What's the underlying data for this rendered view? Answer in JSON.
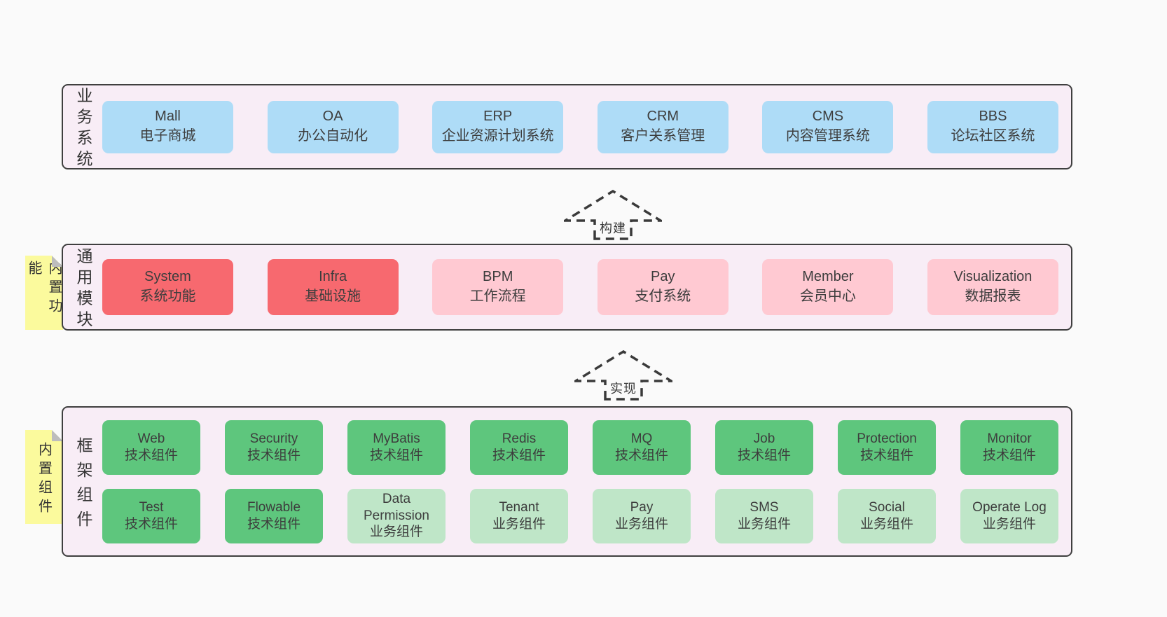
{
  "colors": {
    "page_bg": "#fafafa",
    "panel_bg": "#f8edf6",
    "panel_border": "#3f3f3f",
    "blue": "#aedcf7",
    "red": "#f7696f",
    "pink": "#ffc9d2",
    "green": "#5ec67d",
    "light_green": "#bfe6c8",
    "note_yellow": "#fbfa9d",
    "text": "#3d3d3d"
  },
  "layers": [
    {
      "label": "业务系统",
      "note": null,
      "boxes": [
        [
          {
            "en": "Mall",
            "zh": "电子商城",
            "color": "blue"
          },
          {
            "en": "OA",
            "zh": "办公自动化",
            "color": "blue"
          },
          {
            "en": "ERP",
            "zh": "企业资源计划系统",
            "color": "blue"
          },
          {
            "en": "CRM",
            "zh": "客户关系管理",
            "color": "blue"
          },
          {
            "en": "CMS",
            "zh": "内容管理系统",
            "color": "blue"
          },
          {
            "en": "BBS",
            "zh": "论坛社区系统",
            "color": "blue"
          }
        ]
      ]
    },
    {
      "label": "通用模块",
      "note": "内置功能",
      "boxes": [
        [
          {
            "en": "System",
            "zh": "系统功能",
            "color": "red"
          },
          {
            "en": "Infra",
            "zh": "基础设施",
            "color": "red"
          },
          {
            "en": "BPM",
            "zh": "工作流程",
            "color": "pink"
          },
          {
            "en": "Pay",
            "zh": "支付系统",
            "color": "pink"
          },
          {
            "en": "Member",
            "zh": "会员中心",
            "color": "pink"
          },
          {
            "en": "Visualization",
            "zh": "数据报表",
            "color": "pink"
          }
        ]
      ]
    },
    {
      "label": "框架组件",
      "note": "内置组件",
      "boxes": [
        [
          {
            "en": "Web",
            "zh": "技术组件",
            "color": "green"
          },
          {
            "en": "Security",
            "zh": "技术组件",
            "color": "green"
          },
          {
            "en": "MyBatis",
            "zh": "技术组件",
            "color": "green"
          },
          {
            "en": "Redis",
            "zh": "技术组件",
            "color": "green"
          },
          {
            "en": "MQ",
            "zh": "技术组件",
            "color": "green"
          },
          {
            "en": "Job",
            "zh": "技术组件",
            "color": "green"
          },
          {
            "en": "Protection",
            "zh": "技术组件",
            "color": "green"
          },
          {
            "en": "Monitor",
            "zh": "技术组件",
            "color": "green"
          }
        ],
        [
          {
            "en": "Test",
            "zh": "技术组件",
            "color": "green"
          },
          {
            "en": "Flowable",
            "zh": "技术组件",
            "color": "green"
          },
          {
            "en": "Data Permission",
            "zh": "业务组件",
            "color": "lightgreen"
          },
          {
            "en": "Tenant",
            "zh": "业务组件",
            "color": "lightgreen"
          },
          {
            "en": "Pay",
            "zh": "业务组件",
            "color": "lightgreen"
          },
          {
            "en": "SMS",
            "zh": "业务组件",
            "color": "lightgreen"
          },
          {
            "en": "Social",
            "zh": "业务组件",
            "color": "lightgreen"
          },
          {
            "en": "Operate Log",
            "zh": "业务组件",
            "color": "lightgreen"
          }
        ]
      ]
    }
  ],
  "arrows": [
    {
      "label": "构建"
    },
    {
      "label": "实现"
    }
  ]
}
